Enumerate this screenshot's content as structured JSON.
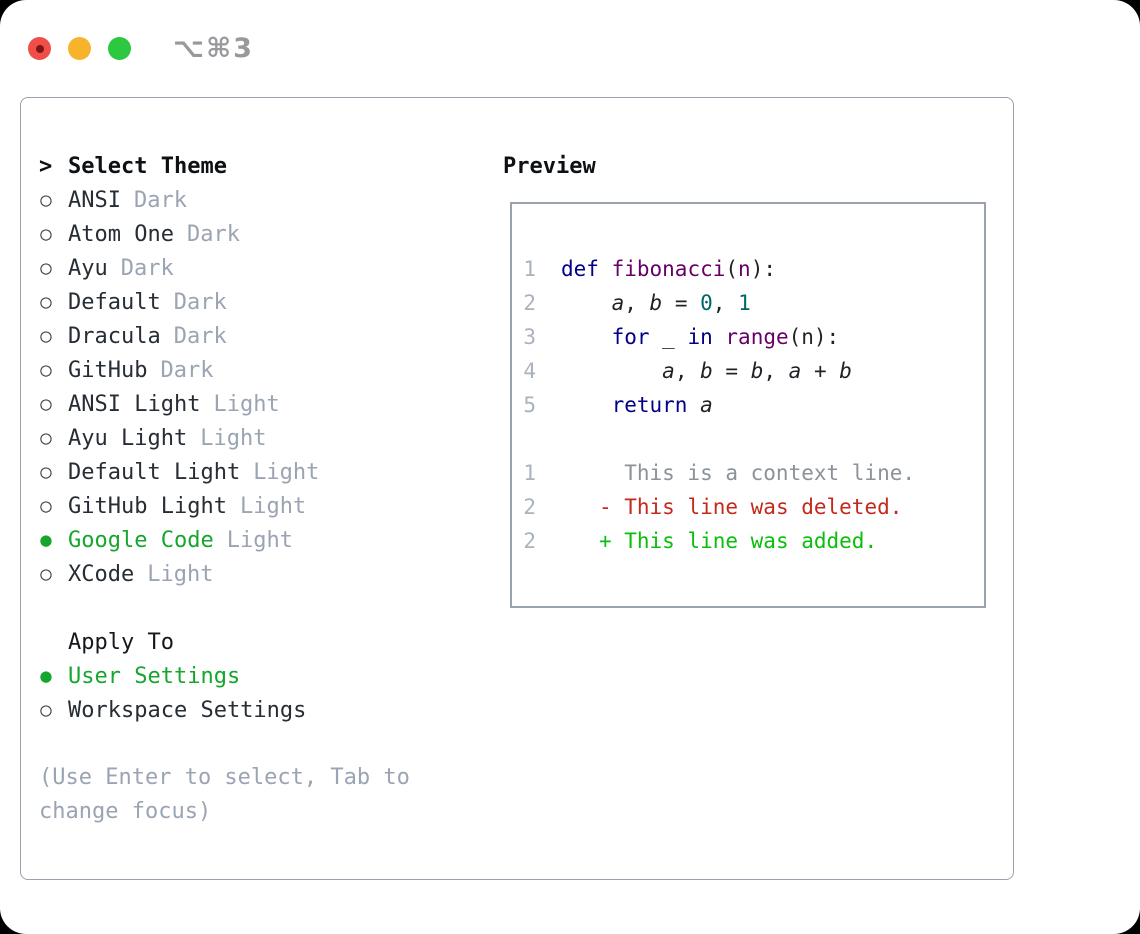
{
  "window": {
    "title": "⌥⌘3"
  },
  "colors": {
    "accent_green": "#16a62e",
    "traffic_red": "#ef4e49",
    "traffic_yellow": "#f7b32b",
    "traffic_green": "#2bc840",
    "panel_border": "#9aa2ad",
    "keyword": "#000088",
    "function_title": "#660066",
    "number_literal": "#006666",
    "deleted_line": "#c5291c",
    "added_line": "#0abf0a",
    "muted_text": "#9aa4b2",
    "line_number": "#a9b2bd",
    "context_line": "#8b9299"
  },
  "theme_picker": {
    "prompt": ">",
    "header": "Select Theme",
    "items": [
      {
        "name": "ANSI",
        "tag": "Dark",
        "selected": false
      },
      {
        "name": "Atom One",
        "tag": "Dark",
        "selected": false
      },
      {
        "name": "Ayu",
        "tag": "Dark",
        "selected": false
      },
      {
        "name": "Default",
        "tag": "Dark",
        "selected": false
      },
      {
        "name": "Dracula",
        "tag": "Dark",
        "selected": false
      },
      {
        "name": "GitHub",
        "tag": "Dark",
        "selected": false
      },
      {
        "name": "ANSI Light",
        "tag": "Light",
        "selected": false
      },
      {
        "name": "Ayu Light",
        "tag": "Light",
        "selected": false
      },
      {
        "name": "Default Light",
        "tag": "Light",
        "selected": false
      },
      {
        "name": "GitHub Light",
        "tag": "Light",
        "selected": false
      },
      {
        "name": "Google Code",
        "tag": "Light",
        "selected": true
      },
      {
        "name": "XCode",
        "tag": "Light",
        "selected": false
      }
    ],
    "apply_to": {
      "header": "Apply To",
      "options": [
        {
          "name": "User Settings",
          "selected": true
        },
        {
          "name": "Workspace Settings",
          "selected": false
        }
      ]
    },
    "hint": "(Use Enter to select, Tab to change focus)"
  },
  "preview": {
    "header": "Preview",
    "lines": [
      {
        "ln": "1",
        "tokens": [
          [
            "def",
            "kw"
          ],
          [
            " ",
            "pl"
          ],
          [
            "fibonacci",
            "ti"
          ],
          [
            "(",
            "pl"
          ],
          [
            "n",
            "ti"
          ],
          [
            "):",
            "pl"
          ]
        ]
      },
      {
        "ln": "2",
        "tokens": [
          [
            "    ",
            "pl"
          ],
          [
            "a",
            "va"
          ],
          [
            ", ",
            "pl"
          ],
          [
            "b",
            "va"
          ],
          [
            " = ",
            "pl"
          ],
          [
            "0",
            "nu"
          ],
          [
            ", ",
            "pl"
          ],
          [
            "1",
            "nu"
          ]
        ]
      },
      {
        "ln": "3",
        "tokens": [
          [
            "    ",
            "pl"
          ],
          [
            "for",
            "kw"
          ],
          [
            " _ ",
            "pl"
          ],
          [
            "in",
            "kw"
          ],
          [
            " ",
            "pl"
          ],
          [
            "range",
            "ti"
          ],
          [
            "(n):",
            "pl"
          ]
        ]
      },
      {
        "ln": "4",
        "tokens": [
          [
            "        ",
            "pl"
          ],
          [
            "a",
            "va"
          ],
          [
            ", ",
            "pl"
          ],
          [
            "b",
            "va"
          ],
          [
            " = ",
            "pl"
          ],
          [
            "b",
            "va"
          ],
          [
            ", ",
            "pl"
          ],
          [
            "a",
            "va"
          ],
          [
            " + ",
            "pl"
          ],
          [
            "b",
            "va"
          ]
        ]
      },
      {
        "ln": "5",
        "tokens": [
          [
            "    ",
            "pl"
          ],
          [
            "return",
            "kw"
          ],
          [
            " ",
            "pl"
          ],
          [
            "a",
            "va"
          ]
        ]
      },
      {
        "ln": "",
        "tokens": []
      },
      {
        "ln": "1",
        "tokens": [
          [
            "     This is a context line.",
            "ctx"
          ]
        ]
      },
      {
        "ln": "2",
        "tokens": [
          [
            "   ",
            "pl"
          ],
          [
            "- This line was deleted.",
            "del"
          ]
        ]
      },
      {
        "ln": "2",
        "tokens": [
          [
            "   ",
            "pl"
          ],
          [
            "+ This line was added.",
            "add"
          ]
        ]
      }
    ]
  }
}
